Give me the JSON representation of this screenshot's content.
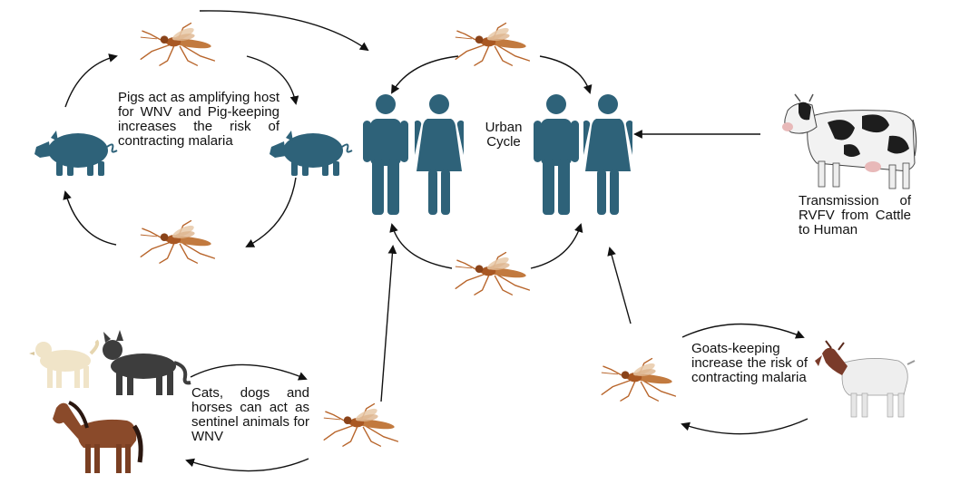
{
  "labels": {
    "pig_note": "Pigs act as amplifying host for WNV and Pig-keeping increases the risk of contracting malaria",
    "urban_cycle": "Urban Cycle",
    "cattle_note": "Transmission of RVFV from Cattle to Human",
    "sentinel_note": "Cats, dogs and horses can act as sentinel animals for WNV",
    "goat_note": "Goats-keeping increase the risk of contracting malaria"
  },
  "colors": {
    "human": "#2e6279",
    "pig": "#2e6279",
    "mosquito": "#b8652b",
    "arrow": "#111111"
  },
  "icons": [
    "mosquito-icon",
    "pig-icon",
    "man-icon",
    "woman-icon",
    "cow-icon",
    "dog-icon",
    "cat-icon",
    "horse-icon",
    "goat-icon"
  ]
}
